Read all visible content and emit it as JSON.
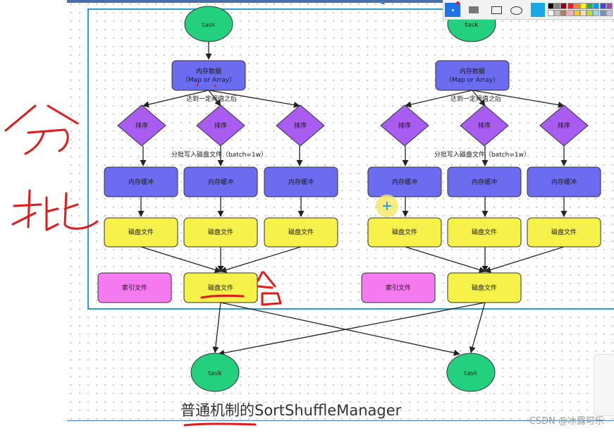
{
  "diagram": {
    "task_label": "task",
    "memory_data_line1": "内存数据",
    "memory_data_line2": "（Map or Array）",
    "threshold_label": "达到一定阈值之后",
    "sort_label": "排序",
    "batch_write_label": "分批写入磁盘文件（batch=1w）",
    "memory_buffer_label": "内存缓冲",
    "disk_file_label": "磁盘文件",
    "index_file_label": "索引文件"
  },
  "caption": "普通机制的SortShuffleManager",
  "watermark": "CSDN @冰露可乐",
  "annotations": {
    "char_1": "分",
    "char_2": "批",
    "char_3": "合"
  },
  "colors": {
    "task_fill": "#22d07e",
    "memory_fill": "#6c6cf0",
    "sort_fill": "#a95cf0",
    "disk_fill": "#f7f24a",
    "index_fill": "#f57af0",
    "frame": "#2a9fd6",
    "ink": "#e01a1a"
  },
  "toolbar": {
    "icons": [
      "dot-icon",
      "fill-rect-icon",
      "rectangle-icon",
      "ellipse-icon",
      "color-picker-icon"
    ],
    "swatches_row1": [
      "#000000",
      "#7f7f7f",
      "#880015",
      "#ed1c24",
      "#ff7f27",
      "#fff200",
      "#22b14c",
      "#00a2e8",
      "#3f48cc",
      "#a349a4"
    ],
    "swatches_row2": [
      "#ffffff",
      "#c3c3c3",
      "#b97a57",
      "#ffaec9",
      "#ffc90e",
      "#efe4b0",
      "#b5e61d",
      "#99d9ea",
      "#7092be",
      "#c8bfe7"
    ]
  }
}
